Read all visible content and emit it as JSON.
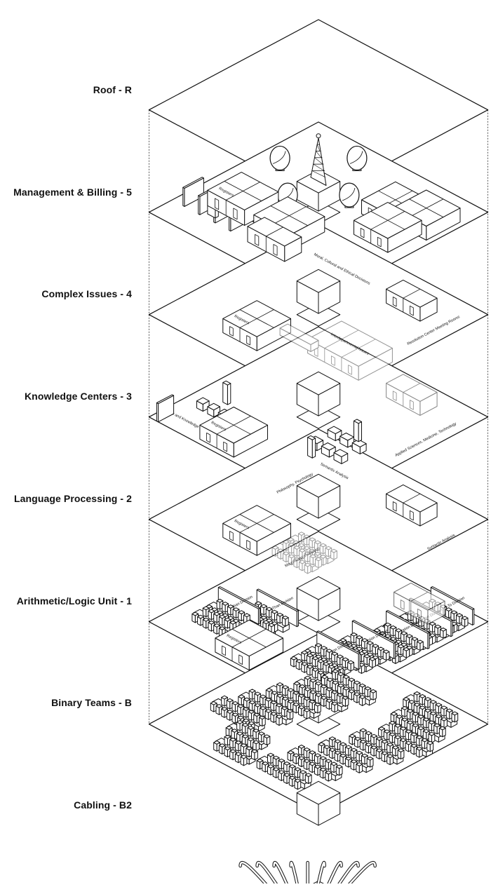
{
  "floors": [
    {
      "label": "Roof - R"
    },
    {
      "label": "Management & Billing - 5"
    },
    {
      "label": "Complex Issues - 4"
    },
    {
      "label": "Knowledge Centers - 3"
    },
    {
      "label": "Language Processing - 2"
    },
    {
      "label": "Arithmetic/Logic Unit - 1"
    },
    {
      "label": "Binary Teams - B"
    },
    {
      "label": "Cabling - B2"
    }
  ],
  "annotations": {
    "registers": "Registers",
    "moral": "Moral, Cultural and Ethical Decisions",
    "resolution": "Resolution Center Meeting Rooms",
    "interdep": "Interdepartmental Issues",
    "applied": "Applied Sciences, Medicine, Technology",
    "science": "Science and Knowledge",
    "philosophy": "Philosophy, Psychology",
    "semantic": "Semantic Analysis",
    "syntactic": "Syntactic Analysis",
    "morph": "Morphological Analysis",
    "greater": "Greater-Than Division",
    "less": "Less-Than Division",
    "equal": "Equal-To Division",
    "division": "Division Division",
    "mult": "Multiplication Division",
    "sub": "Subtraction Division",
    "add": "Addition Division"
  }
}
